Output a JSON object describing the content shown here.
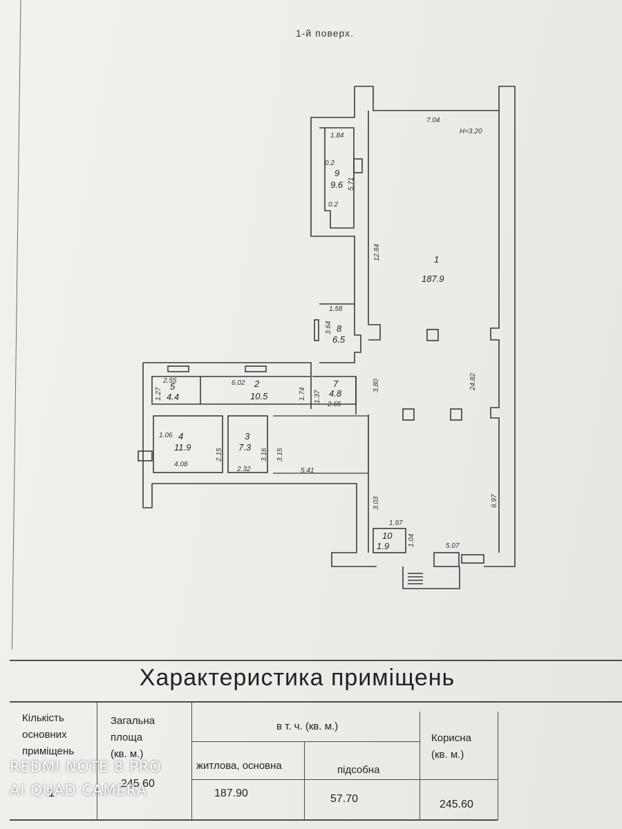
{
  "plan": {
    "title": "1-й поверх.",
    "rooms": [
      {
        "number": "1",
        "area": "187.9"
      },
      {
        "number": "2",
        "area": "10.5"
      },
      {
        "number": "3",
        "area": "7.3"
      },
      {
        "number": "4",
        "area": "11.9"
      },
      {
        "number": "5",
        "area": "4.4"
      },
      {
        "number": "7",
        "area": "4.8"
      },
      {
        "number": "8",
        "area": "6.5"
      },
      {
        "number": "9",
        "area": "9.6"
      },
      {
        "number": "10",
        "area": "1.9"
      }
    ],
    "dimensions": {
      "d704": "7.04",
      "height": "H=3.20",
      "d1284": "12.84",
      "d2482": "24.82",
      "d380": "3.80",
      "d697": "6.97",
      "d507": "5.07",
      "d303": "3.03",
      "d197": "1.97",
      "d104": "1.04",
      "d541": "5.41",
      "d315": "3.15",
      "d316": "3.16",
      "d232": "2.32",
      "d215": "2.15",
      "d408": "4.08",
      "d106": "1.06",
      "d255": "2.55",
      "d127": "1.27",
      "d602": "6.02",
      "d174": "1.74",
      "d137": "1.37",
      "d265": "2.65",
      "d158": "1.58",
      "d364": "3.64",
      "d184": "1.84",
      "d571": "5.71",
      "d02a": "0.2",
      "d02b": "0.2"
    }
  },
  "table": {
    "title": "Характеристика приміщень",
    "headers": {
      "count": [
        "Кількість",
        "основних",
        "приміщень"
      ],
      "total": [
        "Загальна",
        "площа",
        "(кв. м.)"
      ],
      "incl": "в т. ч. (кв. м.)",
      "living": "житлова, основна",
      "aux": "підсобна",
      "useful": [
        "Корисна",
        "(кв. м.)"
      ]
    },
    "values": {
      "count": "1",
      "total": "245.60",
      "living": "187.90",
      "aux": "57.70",
      "useful": "245.60"
    }
  },
  "watermark": {
    "line1": "REDMI NOTE 8 PRO",
    "line2": "AI QUAD CAMERA"
  }
}
